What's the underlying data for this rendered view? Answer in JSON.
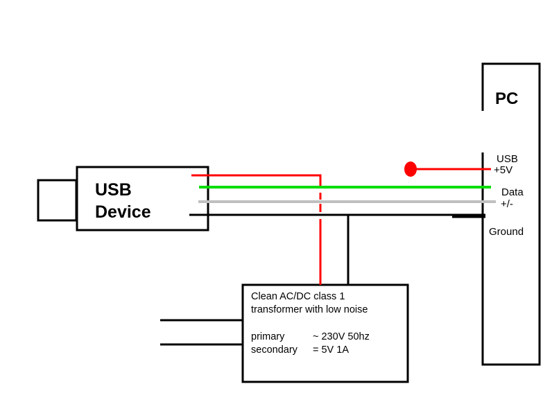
{
  "usb_device": {
    "line1": "USB",
    "line2": "Device"
  },
  "pc": {
    "title": "PC",
    "usb_label": "USB",
    "plus5v_label": "+5V",
    "data_label": "Data",
    "data_pm_label": "+/-",
    "ground_label": "Ground"
  },
  "transformer": {
    "line1": "Clean AC/DC class 1",
    "line2": "transformer with low noise",
    "primary_label": "primary",
    "primary_value": "~ 230V 50hz",
    "secondary_label": "secondary",
    "secondary_value": "= 5V 1A"
  },
  "colors": {
    "vcc": "#ff0000",
    "data_plus": "#00dd00",
    "data_minus": "#c0c0c0",
    "ground": "#000000"
  }
}
